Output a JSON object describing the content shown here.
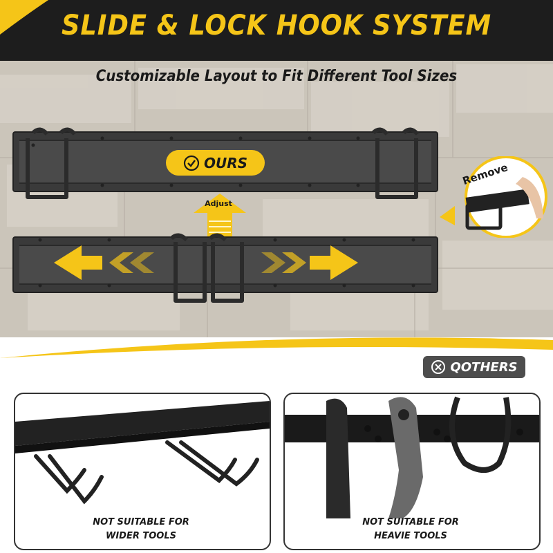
{
  "header": {
    "title": "SLIDE & LOCK HOOK SYSTEM",
    "subtitle": "Customizable Layout to Fit Different Tool Sizes"
  },
  "badges": {
    "ours": "OURS",
    "adjust": "Adjust",
    "remove": "Remove",
    "others": "QOTHERS"
  },
  "icons": {
    "ours": "check-circle-icon",
    "others": "x-circle-icon"
  },
  "panels": [
    {
      "caption_line1": "NOT SUITABLE  FOR",
      "caption_line2": "WIDER TOOLS"
    },
    {
      "caption_line1": "NOT SUITABLE FOR",
      "caption_line2": "HEAVIE TOOLS"
    }
  ],
  "colors": {
    "accent": "#f5c518",
    "dark": "#1d1d1d",
    "rail": "#3a3a3a",
    "pill_gray": "#4d4d4d"
  }
}
